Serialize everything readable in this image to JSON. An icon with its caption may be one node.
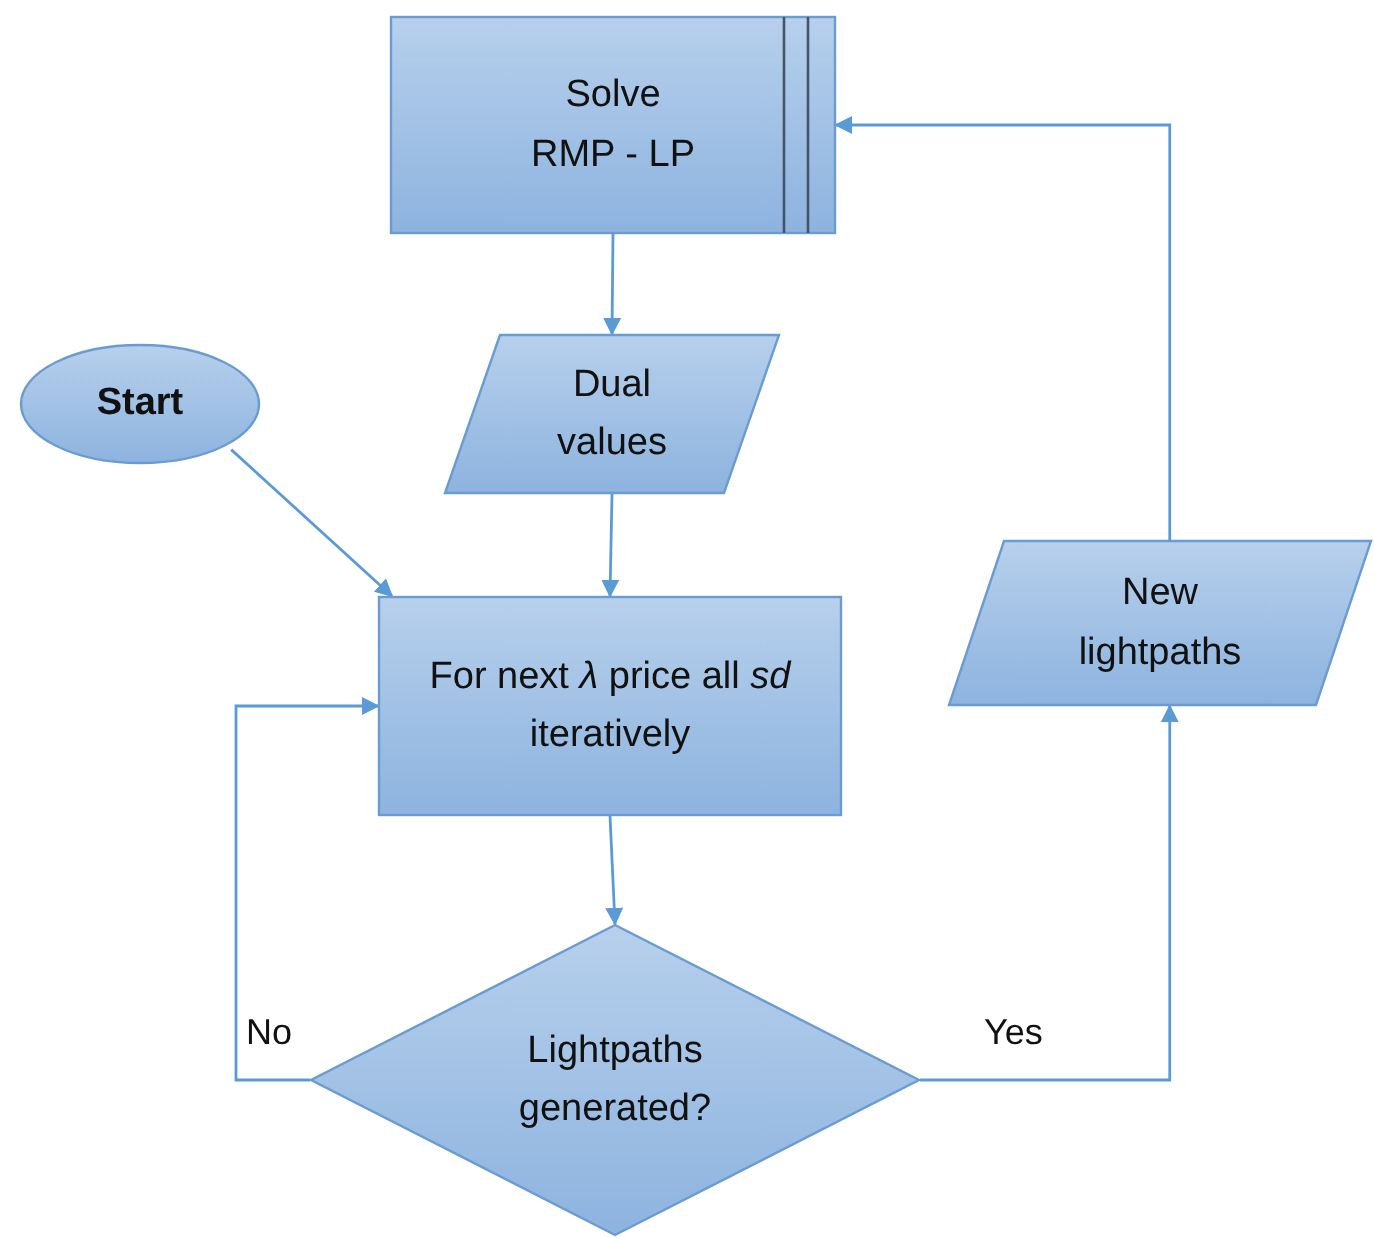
{
  "diagram": {
    "nodes": [
      {
        "text": [
          "Solve RMP - LP"
        ]
      },
      {
        "text": [
          "Start"
        ]
      },
      {
        "text": [
          "Dual values"
        ]
      },
      {
        "text": [
          "For next *λ* price all *sd* iteratively"
        ]
      },
      {
        "text": [
          "Lightpaths generated?"
        ]
      },
      {
        "text": [
          "New lightpaths"
        ]
      }
    ],
    "edges": [
      {
        "from": 0,
        "to": 2,
        "arrow": "to"
      },
      {
        "from": 1,
        "to": 3,
        "arrow": "to"
      },
      {
        "from": 2,
        "to": 3,
        "arrow": "to"
      },
      {
        "from": 3,
        "to": 4,
        "arrow": "to"
      },
      {
        "from": 4,
        "to": 3,
        "arrow": "to",
        "label": "No"
      },
      {
        "from": 4,
        "to": 5,
        "arrow": "to",
        "label": "Yes"
      },
      {
        "from": 5,
        "to": 0,
        "arrow": "to"
      }
    ]
  }
}
